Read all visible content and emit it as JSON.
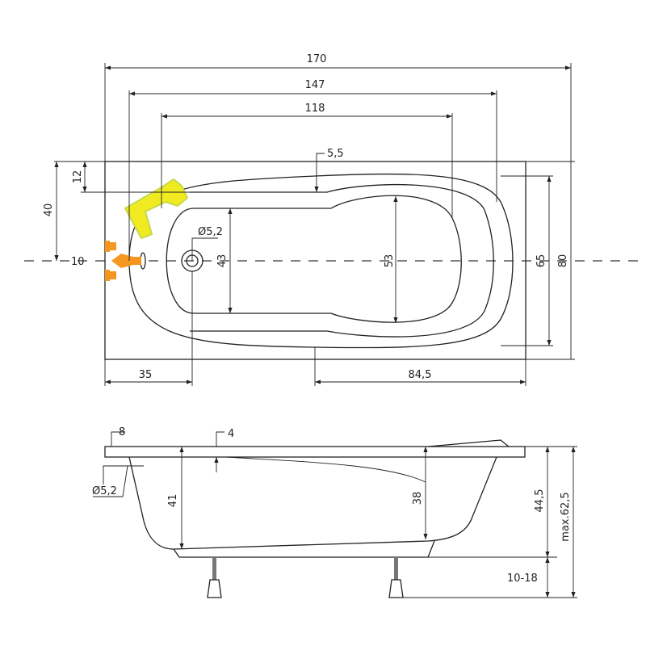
{
  "top_view": {
    "dims": {
      "length_total": "170",
      "length_inner": "147",
      "length_basin": "118",
      "rim_offset": "5,5",
      "rim_top": "12",
      "center_from_edge": "40",
      "tap_offset": "10",
      "drain_diameter": "Ø5,2",
      "basin_width": "43",
      "inner_width": "53",
      "width_inner": "65",
      "width_total": "80",
      "drain_from_edge": "35",
      "rear_length": "84,5"
    }
  },
  "side_view": {
    "dims": {
      "rim_thickness": "8",
      "overflow_offset": "4",
      "overflow_diameter": "Ø5,2",
      "depth_front": "41",
      "depth_back": "38",
      "height_body": "44,5",
      "height_max": "max.62,5",
      "leg_adjust": "10-18"
    }
  },
  "colors": {
    "tap": "#f5961e",
    "logo": "#f0ea20"
  }
}
